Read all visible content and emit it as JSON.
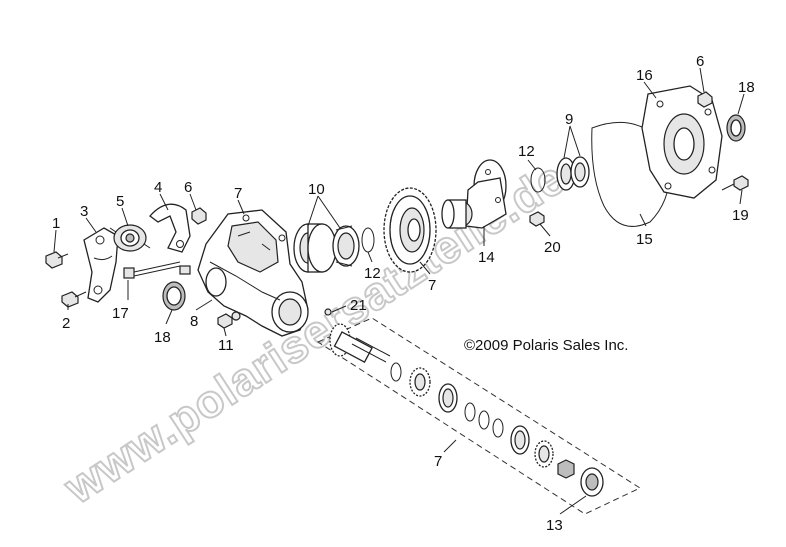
{
  "copyright": "©2009 Polaris Sales Inc.",
  "watermark": "www.polarisersatzteile.de",
  "callouts": {
    "c1": "1",
    "c2": "2",
    "c3": "3",
    "c4": "4",
    "c5": "5",
    "c6a": "6",
    "c6b": "6",
    "c7a": "7",
    "c7b": "7",
    "c7c": "7",
    "c8": "8",
    "c9": "9",
    "c10": "10",
    "c11": "11",
    "c12a": "12",
    "c12b": "12",
    "c13": "13",
    "c14": "14",
    "c15": "15",
    "c16": "16",
    "c17": "17",
    "c18a": "18",
    "c18b": "18",
    "c19": "19",
    "c20": "20",
    "c21": "21"
  },
  "colors": {
    "line": "#222222",
    "watermark": "#c8c8c8",
    "background": "#ffffff"
  }
}
